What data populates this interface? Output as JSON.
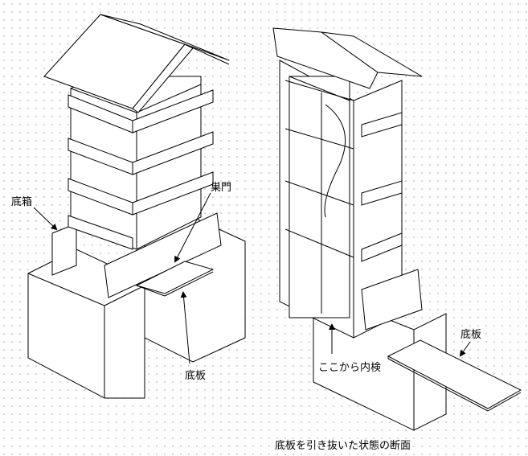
{
  "labels": {
    "bottom_box": "底箱",
    "hive_entrance": "巣門",
    "bottom_board_left": "底板",
    "inspect_from_here": "ここから内検",
    "bottom_board_right": "底板",
    "caption": "底板を引き抜いた状態の断面"
  }
}
